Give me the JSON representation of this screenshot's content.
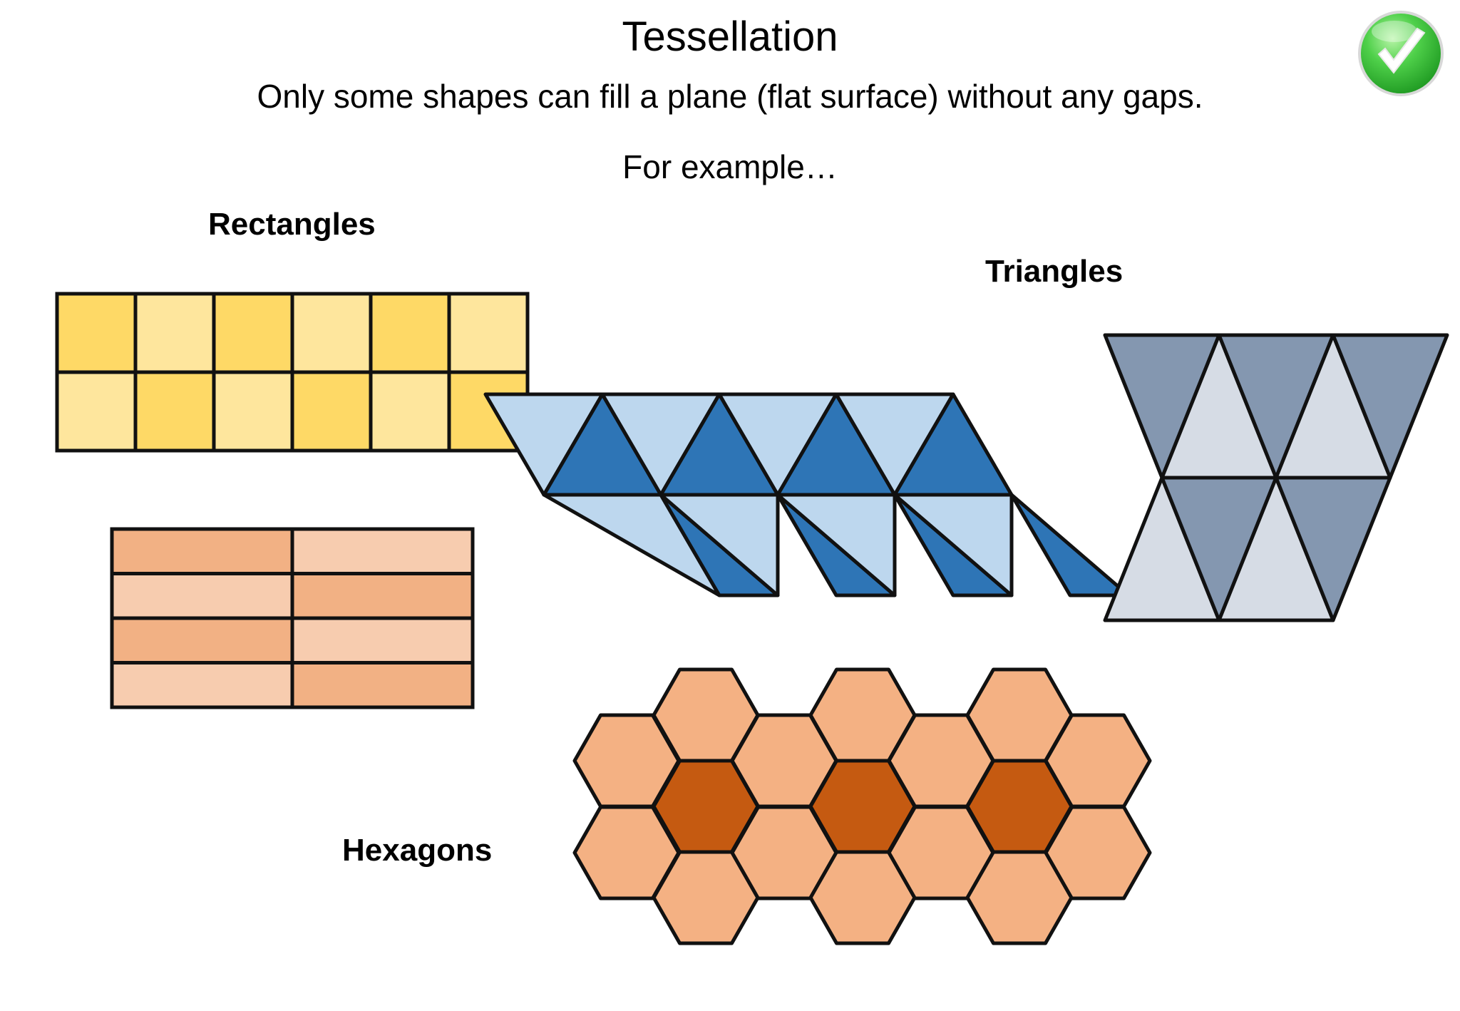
{
  "title": "Tessellation",
  "subtitle": "Only some shapes can fill a plane (flat surface) without any gaps.",
  "example_text": "For example…",
  "labels": {
    "rectangles": "Rectangles",
    "triangles": "Triangles",
    "hexagons": "Hexagons"
  },
  "icons": {
    "check": "checkmark-icon"
  },
  "colors": {
    "stroke": "#111111",
    "rect_yellow_dark": "#FED966",
    "rect_yellow_light": "#FEE69D",
    "rect_orange_dark": "#F2B184",
    "rect_orange_light": "#F7CCAF",
    "tri_blue_light": "#BDD7EE",
    "tri_blue_dark": "#2E75B6",
    "tri_grey_dark": "#8497B0",
    "tri_grey_light": "#D6DCE5",
    "hex_light": "#F4B183",
    "hex_dark": "#C55A11",
    "check_green": "#3CC83C"
  }
}
